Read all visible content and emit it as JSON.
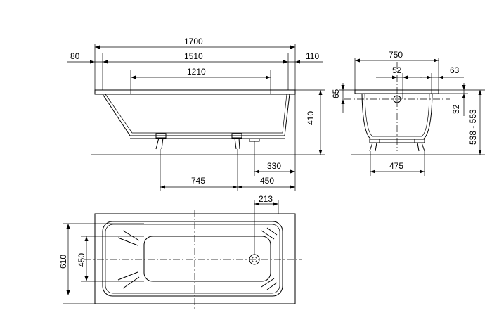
{
  "side_view": {
    "dims": {
      "length_total": "1700",
      "length_inner": "1510",
      "length_bottom": "1210",
      "rim_left": "80",
      "rim_right": "110",
      "height": "410",
      "leg_span": "745",
      "leg_to_end": "450",
      "drain_offset": "330"
    }
  },
  "end_view": {
    "dims": {
      "width_total": "750",
      "drain_offset": "52",
      "rim_width": "63",
      "rim_height": "65",
      "rim_depth": "32",
      "total_height": "538 - 553",
      "foot_span": "475"
    }
  },
  "top_view": {
    "dims": {
      "width_total": "610",
      "width_bottom": "450",
      "drain_pos": "213"
    }
  }
}
